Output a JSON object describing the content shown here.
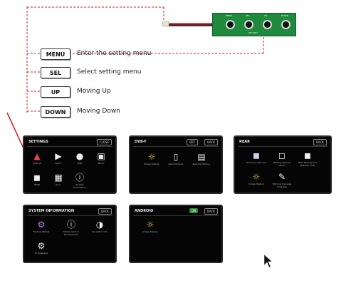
{
  "board": {
    "pins": [
      "MENU",
      "SEL",
      "UP",
      "DOWN"
    ],
    "sub_label": "KEY PAD"
  },
  "keys": [
    {
      "label": "MENU",
      "desc": "Enter the setting menu"
    },
    {
      "label": "SEL",
      "desc": "Select setting menu"
    },
    {
      "label": "UP",
      "desc": "Moving Up"
    },
    {
      "label": "DOWN",
      "desc": "Moving Down"
    }
  ],
  "screens": {
    "settings": {
      "title": "SETTINGS",
      "button": "CLOSE",
      "items": [
        "Android",
        "Dvb-T",
        "DVD",
        "Mirror",
        "REAR",
        "Sync",
        "System Information"
      ]
    },
    "dvbt": {
      "title": "DVB-T",
      "toggle": "OFF",
      "button": "BACK",
      "items": [
        "Image Display",
        "Remote Mode",
        "Remote Memory"
      ]
    },
    "rear": {
      "title": "REAR",
      "button": "BACK",
      "items": [
        "Parking Guide line",
        "Parking distance sensor",
        "Rear Parking Gnd (Marked Port)",
        "Image Display",
        "Warning message language"
      ]
    },
    "sysinfo": {
      "title": "SYSTEM INFORMATION",
      "button": "BACK",
      "items": [
        "Factory default",
        "Model name & Firmware info",
        "Op switch info",
        "UI language"
      ]
    },
    "android": {
      "title": "ANDROID",
      "toggle": "ON",
      "button": "BACK",
      "items": [
        "Image Display"
      ]
    }
  },
  "colors": {
    "board": "#1f8a3e",
    "wire_red": "#c21d1d",
    "arrow_red": "#cc2222",
    "screen_bg": "#050505",
    "toggle_on": "#2e8b3a"
  }
}
